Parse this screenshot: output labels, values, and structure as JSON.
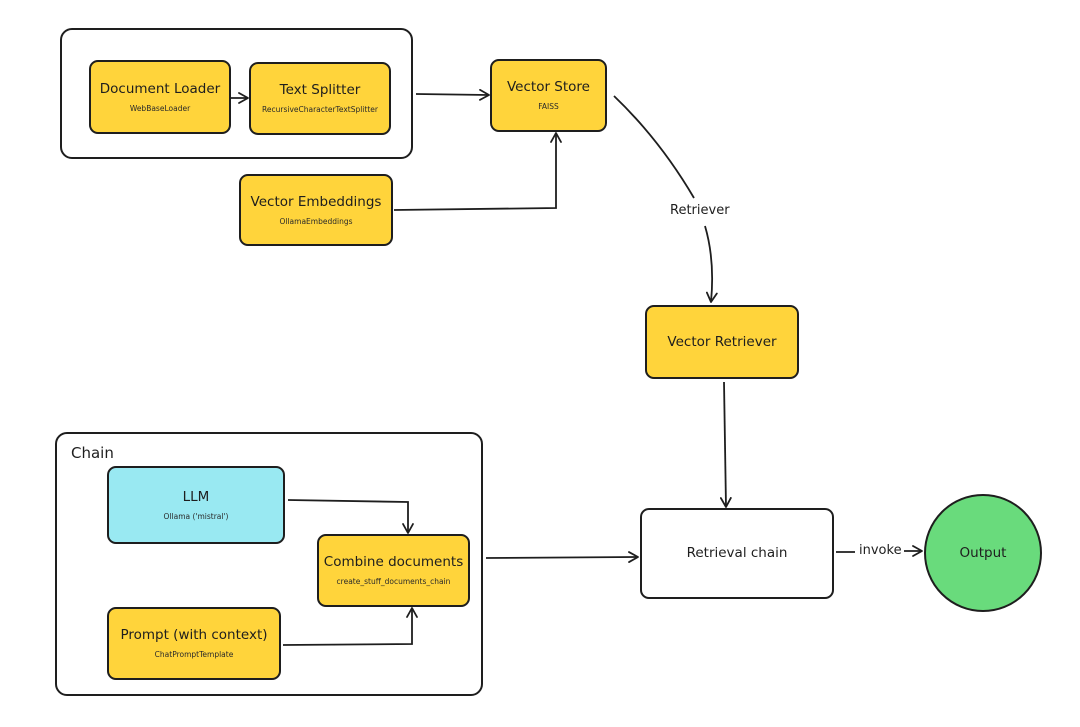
{
  "groups": {
    "loaders": {
      "label": ""
    },
    "chain": {
      "label": "Chain"
    }
  },
  "nodes": {
    "document_loader": {
      "title": "Document Loader",
      "sub": "WebBaseLoader"
    },
    "text_splitter": {
      "title": "Text Splitter",
      "sub": "RecursiveCharacterTextSplitter"
    },
    "vector_store": {
      "title": "Vector Store",
      "sub": "FAISS"
    },
    "vector_embeddings": {
      "title": "Vector Embeddings",
      "sub": "OllamaEmbeddings"
    },
    "vector_retriever": {
      "title": "Vector Retriever",
      "sub": ""
    },
    "llm": {
      "title": "LLM",
      "sub": "Ollama ('mistral')"
    },
    "combine_documents": {
      "title": "Combine documents",
      "sub": "create_stuff_documents_chain"
    },
    "prompt": {
      "title": "Prompt (with context)",
      "sub": "ChatPromptTemplate"
    },
    "retrieval_chain": {
      "title": "Retrieval chain",
      "sub": ""
    },
    "output": {
      "title": "Output",
      "sub": ""
    }
  },
  "edge_labels": {
    "retriever": "Retriever",
    "invoke": "invoke"
  },
  "colors": {
    "yellow": "#ffd43b",
    "cyan": "#99e9f2",
    "green": "#69db7c",
    "stroke": "#1e1e1e"
  }
}
